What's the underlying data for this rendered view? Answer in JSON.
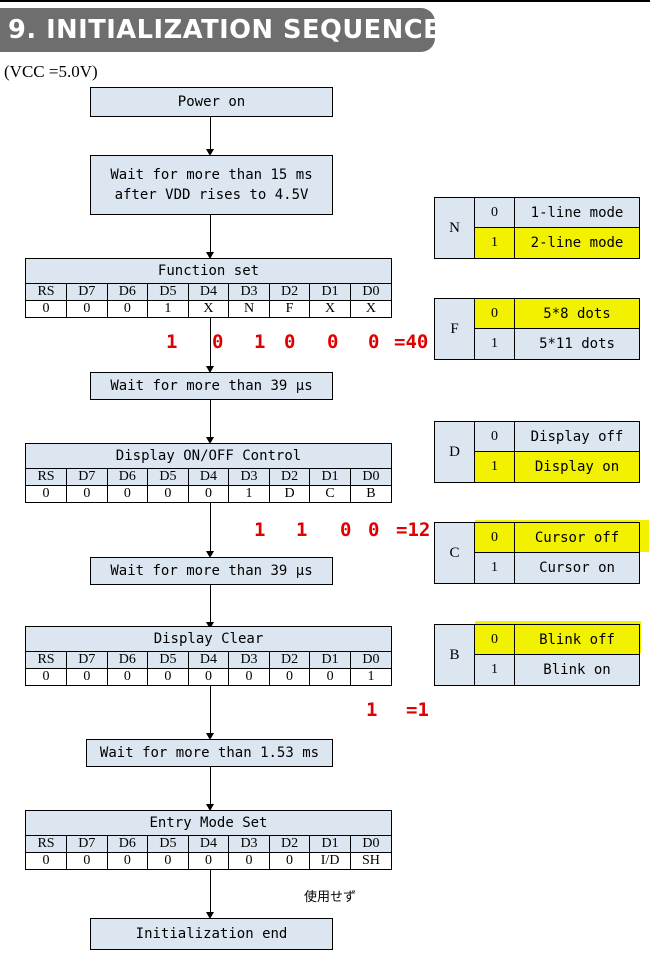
{
  "header": {
    "title": "9. INITIALIZATION SEQUENCE",
    "condition": "(VCC =5.0V)"
  },
  "flow": {
    "power_on": "Power on",
    "wait1_line1": "Wait for more than 15 ms",
    "wait1_line2": "after VDD rises to 4.5V",
    "wait2": "Wait for more than 39 μs",
    "wait3": "Wait for more than 39 μs",
    "wait4": "Wait for more than 1.53 ms",
    "end": "Initialization end"
  },
  "registers": {
    "headers": [
      "RS",
      "D7",
      "D6",
      "D5",
      "D4",
      "D3",
      "D2",
      "D1",
      "D0"
    ],
    "function_set": {
      "title": "Function set",
      "values": [
        "0",
        "0",
        "0",
        "1",
        "X",
        "N",
        "F",
        "X",
        "X"
      ]
    },
    "display_control": {
      "title": "Display ON/OFF Control",
      "values": [
        "0",
        "0",
        "0",
        "0",
        "0",
        "1",
        "D",
        "C",
        "B"
      ]
    },
    "display_clear": {
      "title": "Display Clear",
      "values": [
        "0",
        "0",
        "0",
        "0",
        "0",
        "0",
        "0",
        "0",
        "1"
      ]
    },
    "entry_mode": {
      "title": "Entry Mode Set",
      "values": [
        "0",
        "0",
        "0",
        "0",
        "0",
        "0",
        "0",
        "I/D",
        "SH"
      ]
    }
  },
  "annotations": {
    "function_bits": [
      "1",
      "0",
      "1",
      "0",
      "0",
      "0"
    ],
    "function_result": "=40",
    "control_bits": [
      "1",
      "1",
      "0",
      "0"
    ],
    "control_result": "=12",
    "clear_bits": [
      "1"
    ],
    "clear_result": "=1",
    "unused_note": "使用せず"
  },
  "options": {
    "N": {
      "label": "N",
      "rows": [
        {
          "value": "0",
          "desc": "1-line mode"
        },
        {
          "value": "1",
          "desc": "2-line mode"
        }
      ]
    },
    "F": {
      "label": "F",
      "rows": [
        {
          "value": "0",
          "desc": "5*8 dots"
        },
        {
          "value": "1",
          "desc": "5*11 dots"
        }
      ]
    },
    "D": {
      "label": "D",
      "rows": [
        {
          "value": "0",
          "desc": "Display off"
        },
        {
          "value": "1",
          "desc": "Display on"
        }
      ]
    },
    "C": {
      "label": "C",
      "rows": [
        {
          "value": "0",
          "desc": "Cursor off"
        },
        {
          "value": "1",
          "desc": "Cursor on"
        }
      ]
    },
    "B": {
      "label": "B",
      "rows": [
        {
          "value": "0",
          "desc": "Blink off"
        },
        {
          "value": "1",
          "desc": "Blink on"
        }
      ]
    }
  },
  "colors": {
    "box_fill": "#dce6f1",
    "highlight": "#f2f200",
    "annotation": "#e00000",
    "title_bg": "#6e6e6e"
  }
}
